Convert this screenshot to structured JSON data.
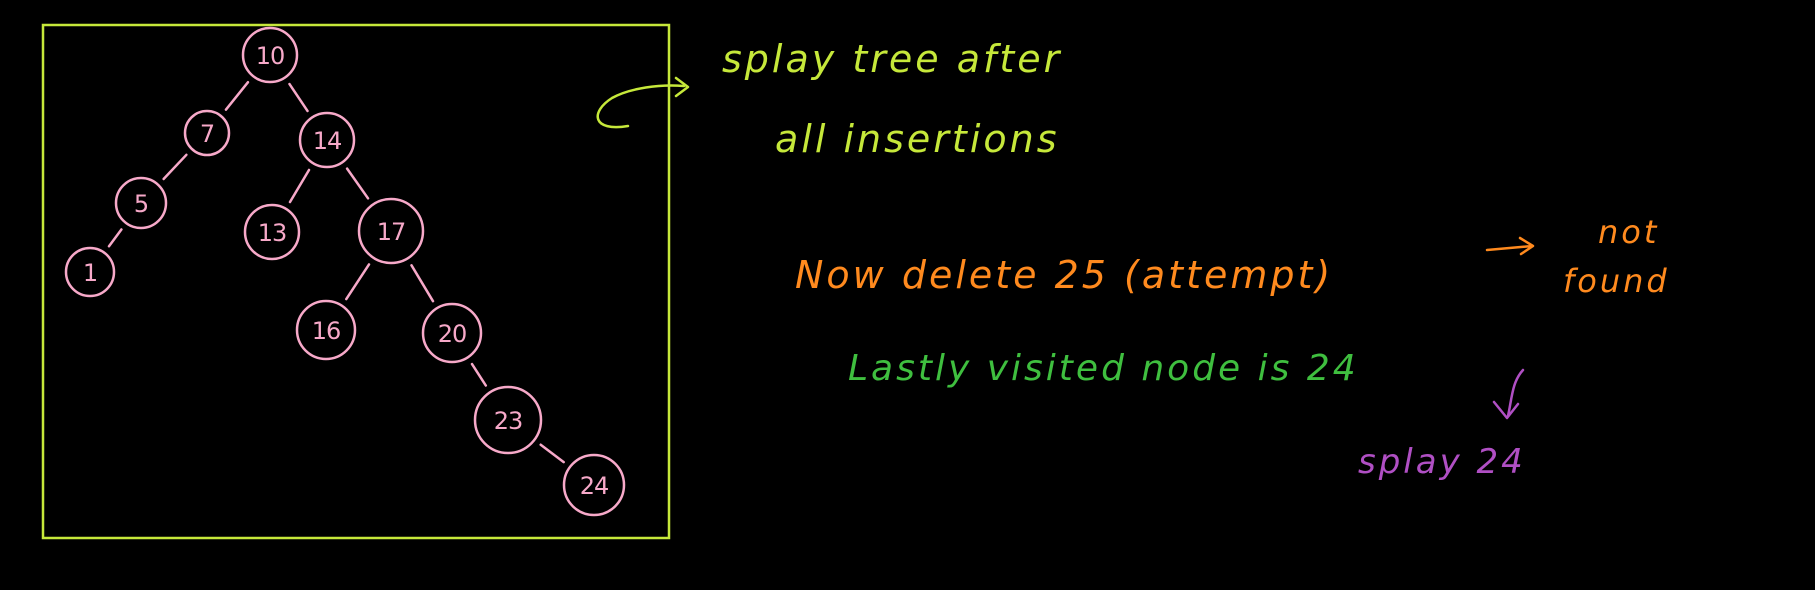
{
  "colors": {
    "background": "#000000",
    "frame": "#c6e83a",
    "tree": "#f7a9c9",
    "caption": "#c6e83a",
    "delete_note": "#ff8a1e",
    "visited_note": "#3fbf3f",
    "splay_note": "#b04fc4"
  },
  "tree": {
    "nodes": [
      {
        "id": "n10",
        "label": "10"
      },
      {
        "id": "n7",
        "label": "7"
      },
      {
        "id": "n14",
        "label": "14"
      },
      {
        "id": "n5",
        "label": "5"
      },
      {
        "id": "n1",
        "label": "1"
      },
      {
        "id": "n13",
        "label": "13"
      },
      {
        "id": "n17",
        "label": "17"
      },
      {
        "id": "n16",
        "label": "16"
      },
      {
        "id": "n20",
        "label": "20"
      },
      {
        "id": "n23",
        "label": "23"
      },
      {
        "id": "n24",
        "label": "24"
      }
    ],
    "edges": [
      [
        "n10",
        "n7"
      ],
      [
        "n10",
        "n14"
      ],
      [
        "n7",
        "n5"
      ],
      [
        "n5",
        "n1"
      ],
      [
        "n14",
        "n13"
      ],
      [
        "n14",
        "n17"
      ],
      [
        "n17",
        "n16"
      ],
      [
        "n17",
        "n20"
      ],
      [
        "n20",
        "n23"
      ],
      [
        "n23",
        "n24"
      ]
    ]
  },
  "notes": {
    "caption_line1": "splay tree after",
    "caption_line2": "all insertions",
    "delete_text": "Now delete 25 (attempt)",
    "not_found_line1": "not",
    "not_found_line2": "found",
    "visited_text": "Lastly visited node is 24",
    "splay_text": "splay 24"
  }
}
